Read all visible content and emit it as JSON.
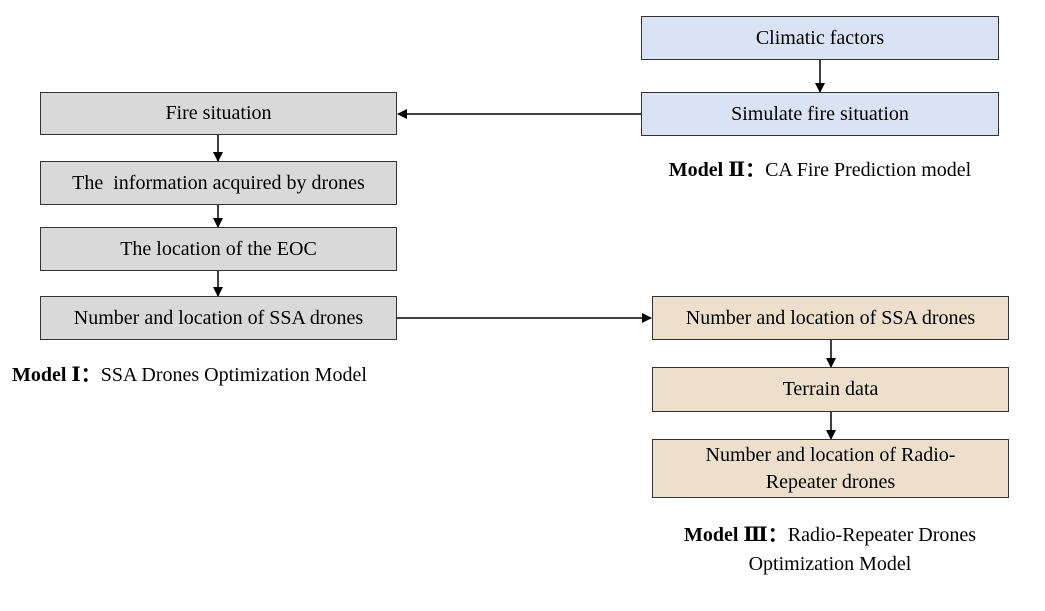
{
  "model1": {
    "boxes": [
      "Fire situation",
      "The  information acquired by drones",
      "The location of the EOC",
      "Number and location of SSA drones"
    ],
    "caption_bold": "Model  Ⅰ：",
    "caption_text": "SSA Drones Optimization Model"
  },
  "model2": {
    "boxes": [
      "Climatic factors",
      "Simulate fire situation"
    ],
    "caption_bold": "Model  Ⅱ：",
    "caption_text": "CA Fire Prediction model"
  },
  "model3": {
    "boxes": [
      "Number and location of SSA drones",
      "Terrain data",
      "Number and location of Radio-\nRepeater drones"
    ],
    "caption_bold": "Model Ⅲ：",
    "caption_line1": "Radio-Repeater Drones",
    "caption_line2": "Optimization Model"
  },
  "colors": {
    "model1_fill": "#d9d9d9",
    "model2_fill": "#dae3f3",
    "model3_fill": "#ecdfcb",
    "arrow": "#000000"
  }
}
